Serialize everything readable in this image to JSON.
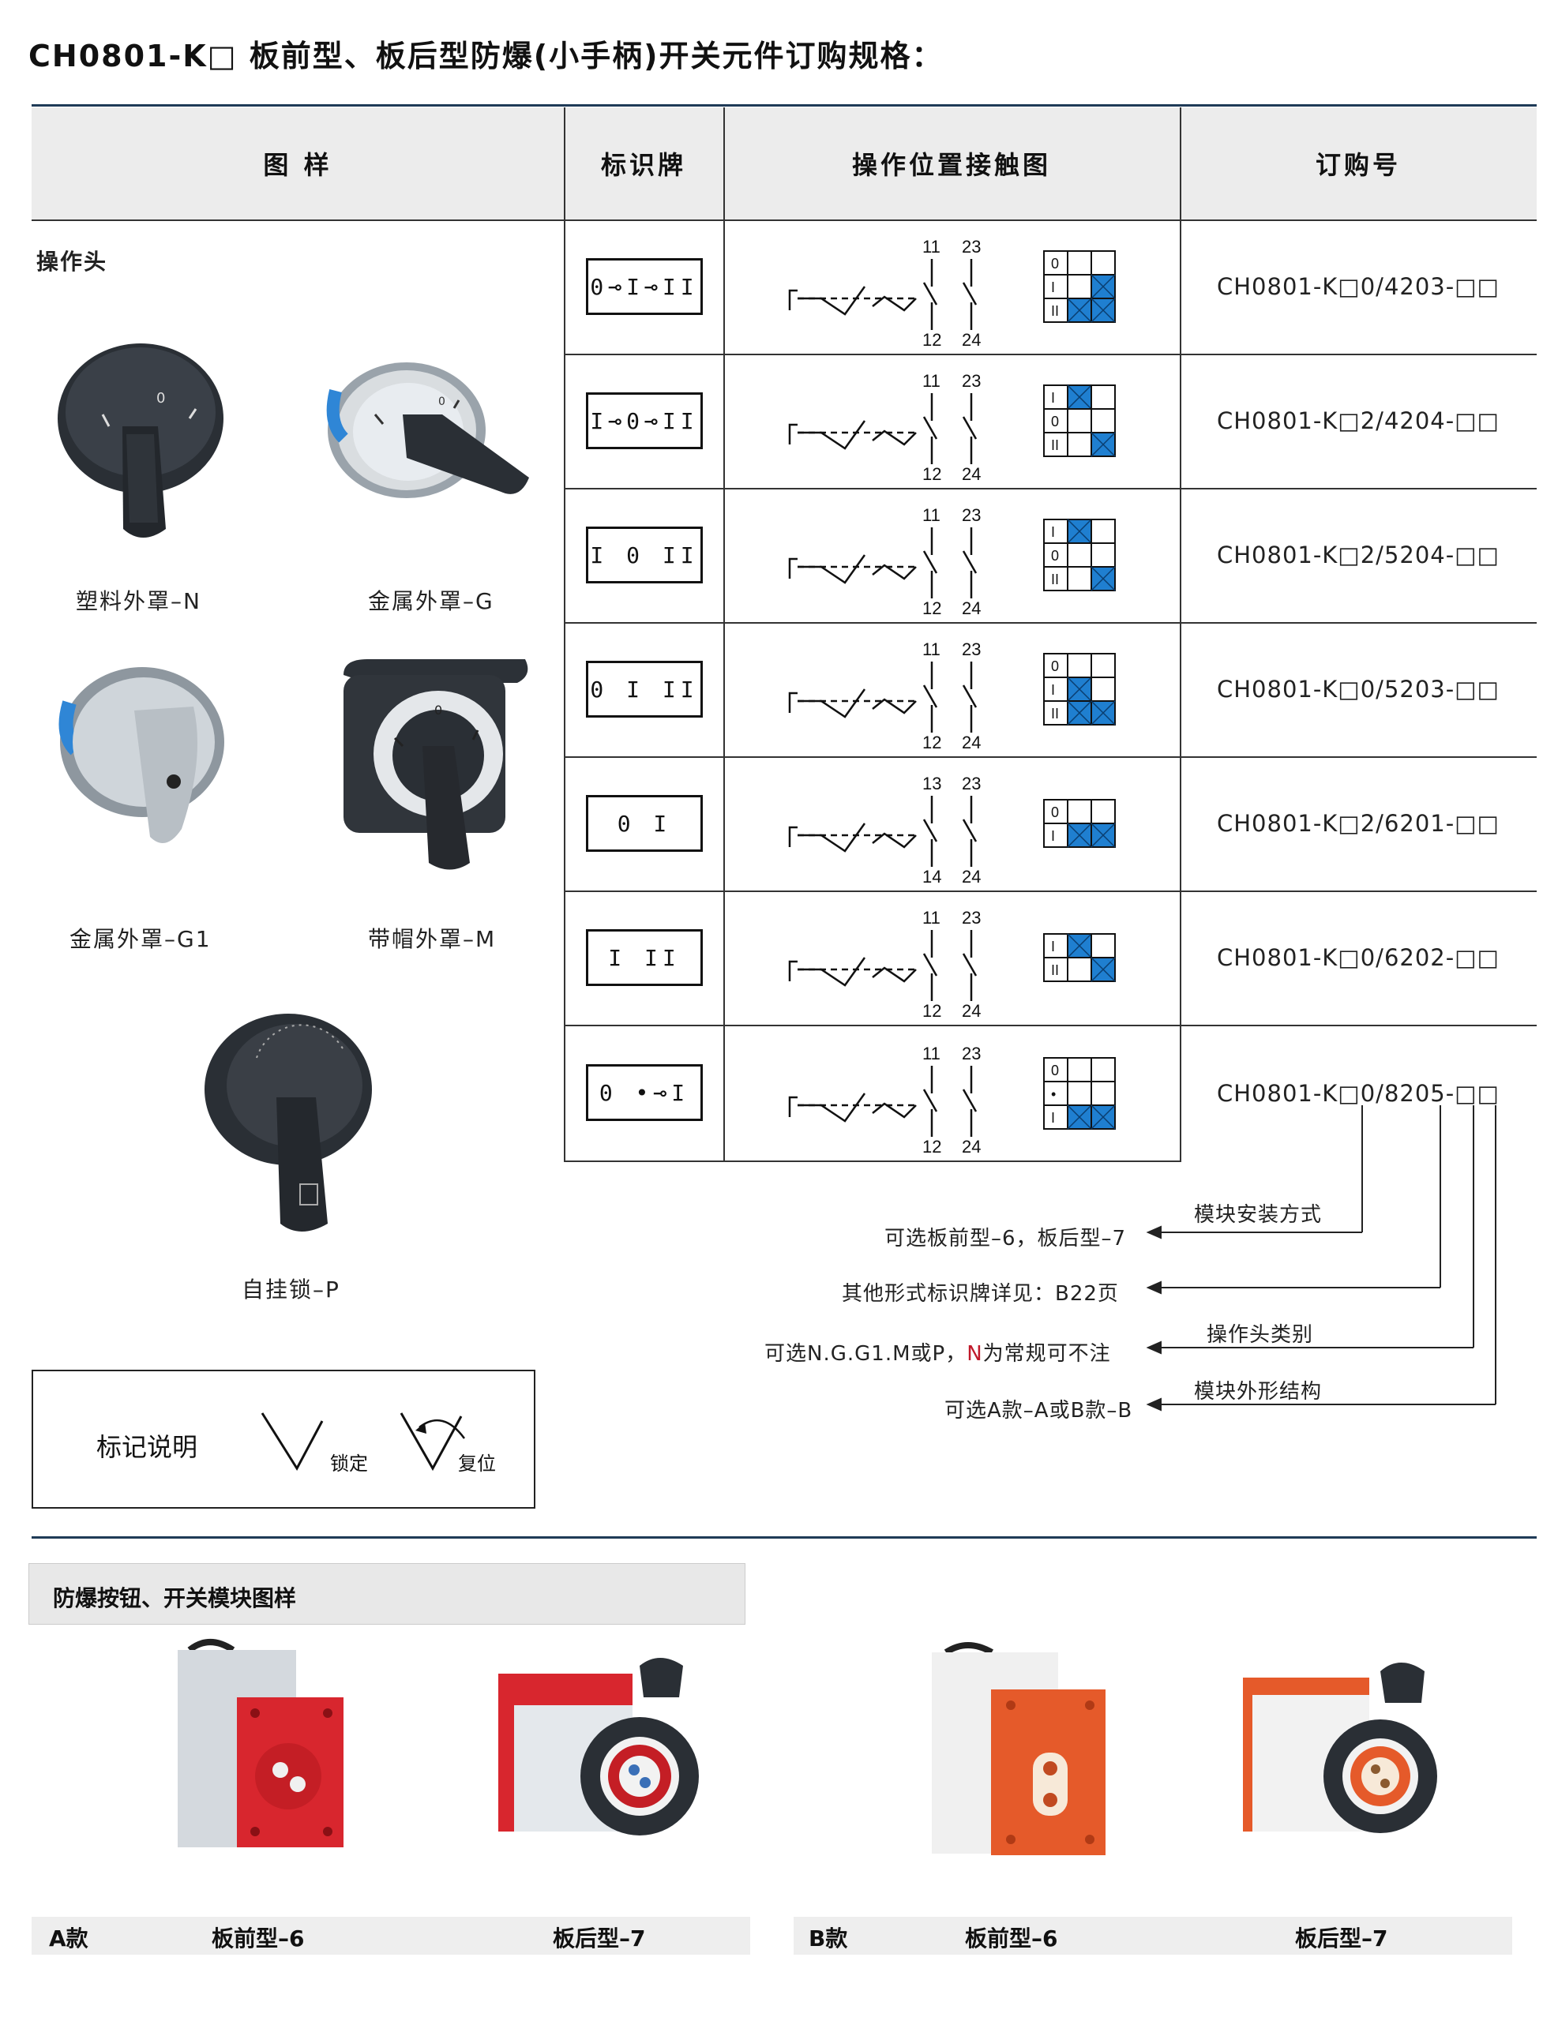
{
  "title": "CH0801-K□ 板前型、板后型防爆(小手柄)开关元件订购规格：",
  "table": {
    "headers": [
      "图 样",
      "标识牌",
      "操作位置接触图",
      "订购号"
    ],
    "left_section_label": "操作头",
    "rows": [
      {
        "plate": "0⊸I⊸II",
        "contacts_top": [
          "11",
          "23"
        ],
        "contacts_bottom": [
          "12",
          "24"
        ],
        "grid_labels": [
          "0",
          "I",
          "II"
        ],
        "order": "CH0801-K□0/4203-□□"
      },
      {
        "plate": "I⊸0⊸II",
        "contacts_top": [
          "11",
          "23"
        ],
        "contacts_bottom": [
          "12",
          "24"
        ],
        "grid_labels": [
          "I",
          "0",
          "II"
        ],
        "order": "CH0801-K□2/4204-□□"
      },
      {
        "plate": "I  0  II",
        "contacts_top": [
          "11",
          "23"
        ],
        "contacts_bottom": [
          "12",
          "24"
        ],
        "grid_labels": [
          "I",
          "0",
          "II"
        ],
        "order": "CH0801-K□2/5204-□□"
      },
      {
        "plate": "0  I  II",
        "contacts_top": [
          "11",
          "23"
        ],
        "contacts_bottom": [
          "12",
          "24"
        ],
        "grid_labels": [
          "0",
          "I",
          "II"
        ],
        "order": "CH0801-K□0/5203-□□"
      },
      {
        "plate": "0    I",
        "contacts_top": [
          "13",
          "23"
        ],
        "contacts_bottom": [
          "14",
          "24"
        ],
        "grid_labels": [
          "0",
          "I"
        ],
        "order": "CH0801-K□2/6201-□□"
      },
      {
        "plate": "I    II",
        "contacts_top": [
          "11",
          "23"
        ],
        "contacts_bottom": [
          "12",
          "24"
        ],
        "grid_labels": [
          "I",
          "II"
        ],
        "order": "CH0801-K□0/6202-□□"
      },
      {
        "plate": "0  •⊸I",
        "contacts_top": [
          "11",
          "23"
        ],
        "contacts_bottom": [
          "12",
          "24"
        ],
        "grid_labels": [
          "0",
          "•",
          "I"
        ],
        "order": "CH0801-K□0/8205-□□"
      }
    ]
  },
  "operator_heads": [
    {
      "name": "塑料外罩–N"
    },
    {
      "name": "金属外罩–G"
    },
    {
      "name": "金属外罩–G1"
    },
    {
      "name": "带帽外罩–M"
    },
    {
      "name": "自挂锁–P"
    }
  ],
  "annotations": [
    {
      "above": "模块安装方式",
      "below": "可选板前型–6，板后型–7"
    },
    {
      "above": "",
      "below": "其他形式标识牌详见：B22页"
    },
    {
      "above": "操作头类别",
      "below_prefix": "可选N.G.G1.M或P，",
      "below_highlight": "N",
      "below_suffix": "为常规可不注"
    },
    {
      "above": "模块外形结构",
      "below": "可选A款–A或B款–B"
    }
  ],
  "legend": {
    "title": "标记说明",
    "lock": "锁定",
    "reset": "复位"
  },
  "section": {
    "title": "防爆按钮、开关模块图样",
    "captions": [
      {
        "style": "A款",
        "front": "板前型–6",
        "back": "板后型–7"
      },
      {
        "style": "B款",
        "front": "板前型–6",
        "back": "板后型–7"
      }
    ]
  },
  "colors": {
    "rule": "#1f3b57",
    "grid_fill": "#1f7fd0",
    "highlight_red": "#c0192a",
    "module_red": "#d8262e",
    "module_orange": "#e55a2a"
  }
}
